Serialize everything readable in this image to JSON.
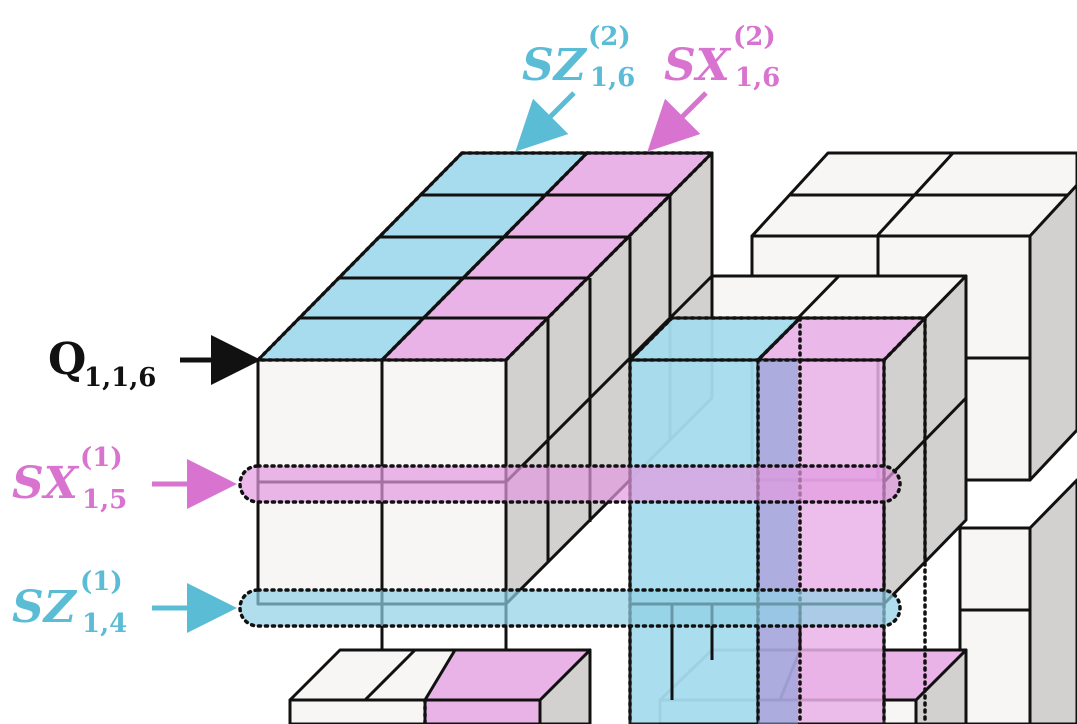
{
  "colors": {
    "z_stabilizer": "#a6dced",
    "x_stabilizer": "#eab3e8",
    "z_label": "#5bbcd6",
    "x_label": "#d873cf",
    "cube_front": "#f7f6f5",
    "cube_side": "#d3d1cf",
    "edge": "#111111"
  },
  "labels": {
    "sz2": {
      "main": "SZ",
      "sup": "(2)",
      "sub": "1,6"
    },
    "sx2": {
      "main": "SX",
      "sup": "(2)",
      "sub": "1,6"
    },
    "q": {
      "main": "Q",
      "sub": "1,1,6"
    },
    "sx1": {
      "main": "SX",
      "sup": "(1)",
      "sub": "1,5"
    },
    "sz1": {
      "main": "SZ",
      "sup": "(1)",
      "sub": "1,4"
    }
  },
  "icons": [
    "arrow-sz2",
    "arrow-sx2",
    "arrow-q",
    "arrow-sx1",
    "arrow-sz1"
  ]
}
